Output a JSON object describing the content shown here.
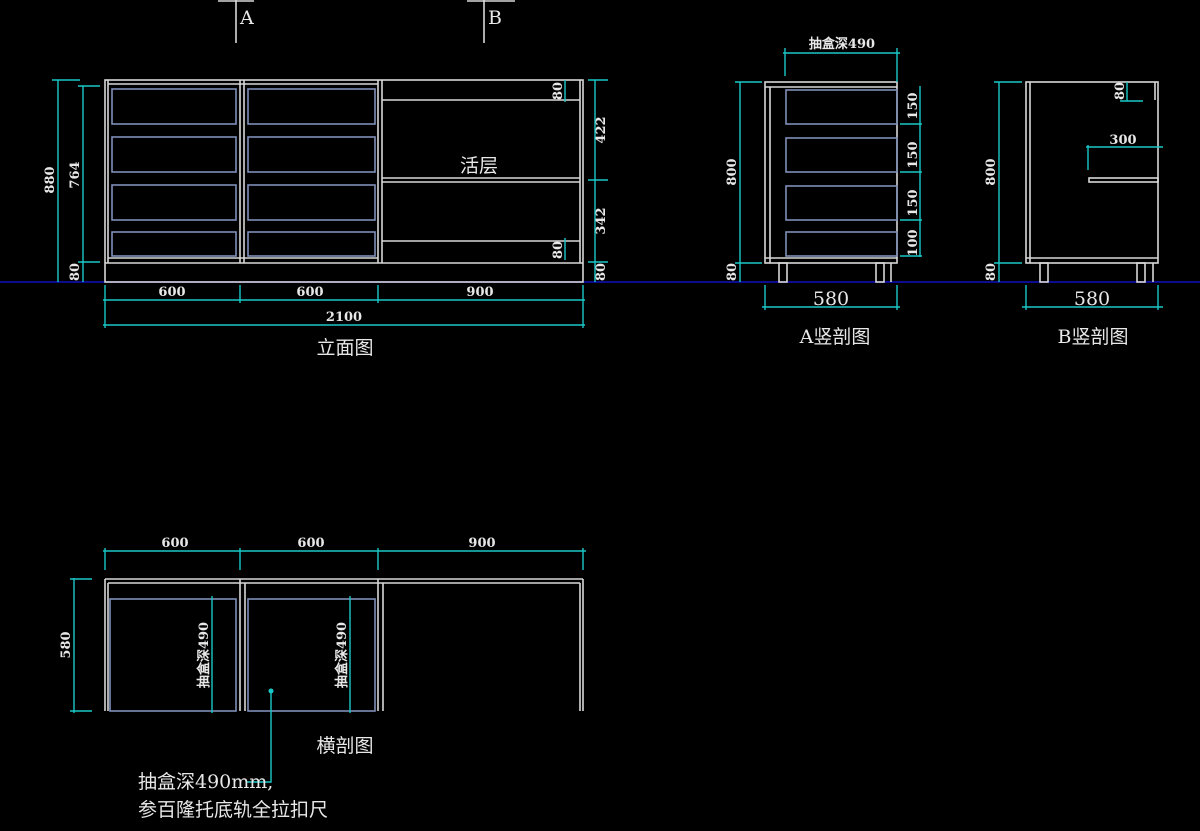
{
  "section_markers": {
    "a": "A",
    "b": "B"
  },
  "elevation": {
    "title": "立面图",
    "shelf_label": "活层",
    "dims": {
      "total_height": "880",
      "body_height": "764",
      "base_left": "80",
      "upper_open": "422",
      "lower_open": "342",
      "base_right": "80",
      "top_rail": "80",
      "bottom_rail": "80",
      "w1": "600",
      "w2": "600",
      "w3": "900",
      "total_width": "2100"
    }
  },
  "section_a": {
    "title": "A竖剖图",
    "drawer_depth": "抽盒深490",
    "dims": {
      "height": "800",
      "base": "80",
      "depth": "580",
      "d1": "150",
      "d2": "150",
      "d3": "150",
      "d4": "100"
    }
  },
  "section_b": {
    "title": "B竖剖图",
    "dims": {
      "height": "800",
      "base": "80",
      "depth": "580",
      "top": "80",
      "shelf": "300"
    }
  },
  "plan": {
    "title": "横剖图",
    "dims": {
      "w1": "600",
      "w2": "600",
      "w3": "900",
      "depth": "580",
      "drawer1": "抽盒深490",
      "drawer2": "抽盒深490"
    },
    "note_line1": "抽盒深490mm,",
    "note_line2": "参百隆托底轨全拉扣尺"
  }
}
